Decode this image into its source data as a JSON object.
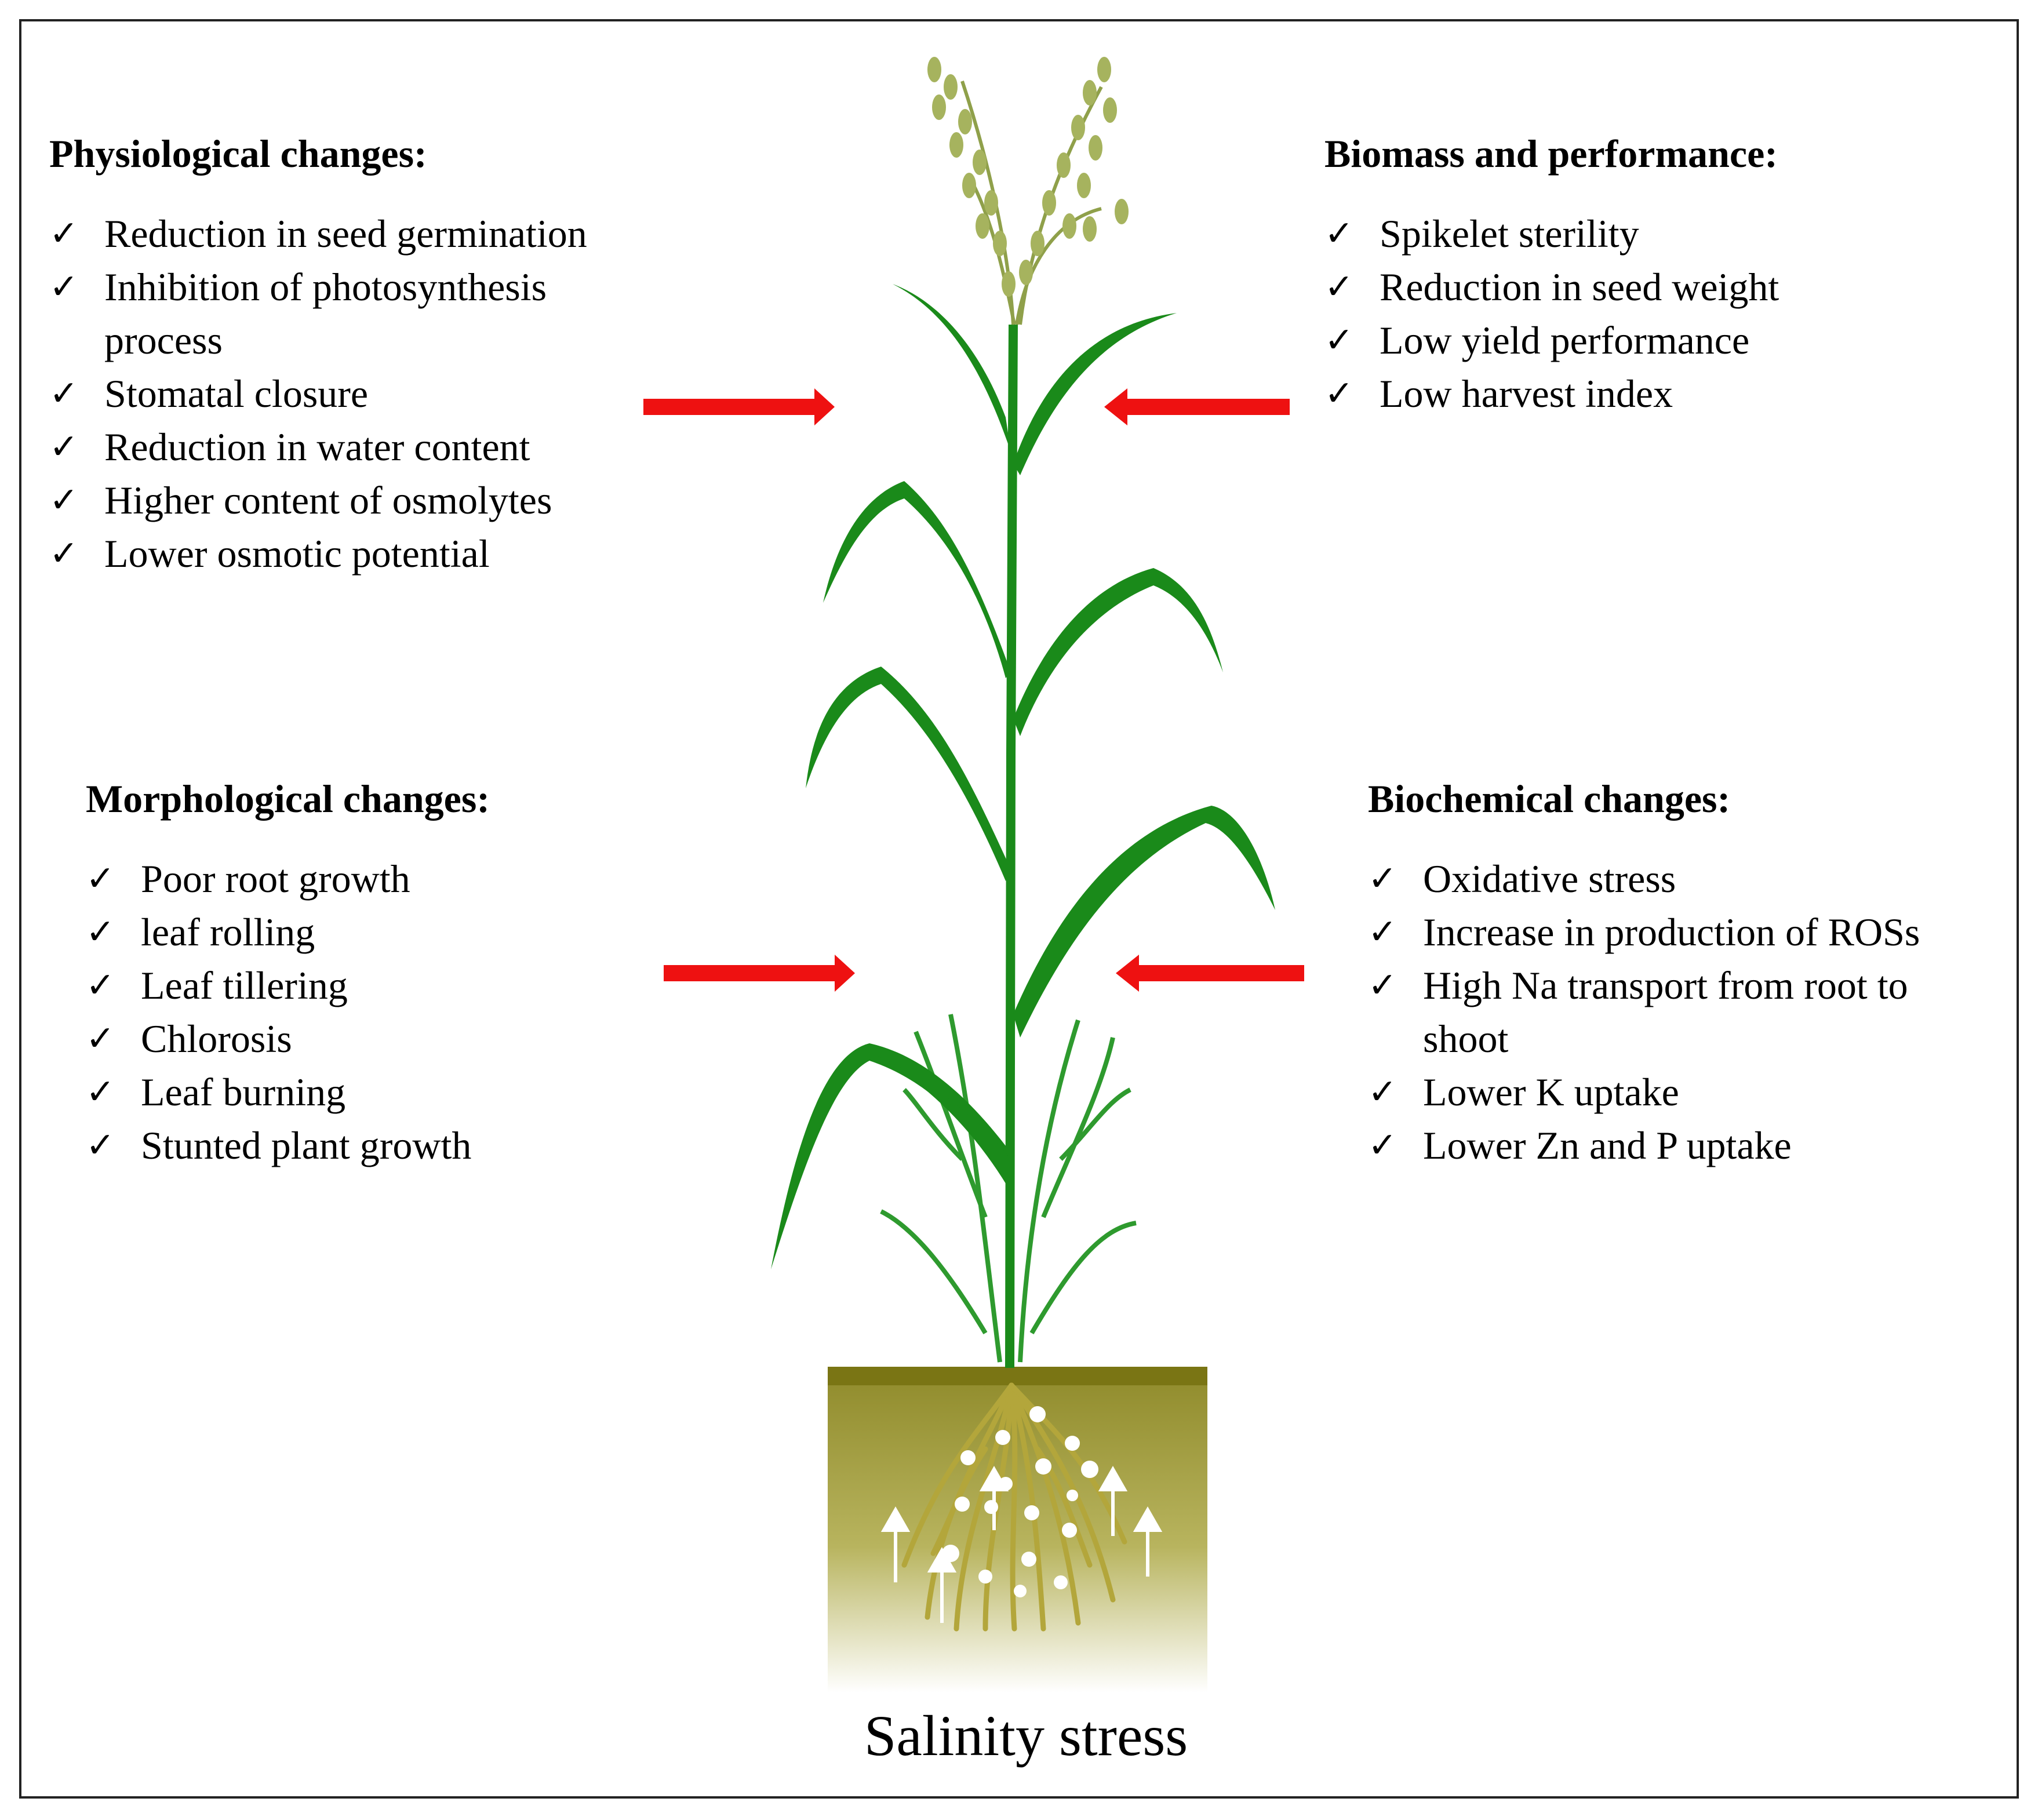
{
  "colors": {
    "arrow": "#ee1111",
    "leaf": "#1a8a1a",
    "grain": "#9aa85a",
    "soil_top": "#7a7514",
    "soil_mid": "#a8a448",
    "root": "#b4a83c"
  },
  "panels": {
    "physiological": {
      "title": "Physiological changes:",
      "items": [
        "Reduction in seed germination",
        "Inhibition of photosynthesis process",
        "Stomatal closure",
        "Reduction in water content",
        "Higher content of osmolytes",
        "Lower osmotic potential"
      ]
    },
    "biomass": {
      "title": "Biomass and performance:",
      "items": [
        "Spikelet sterility",
        "Reduction in seed weight",
        "Low yield performance",
        "Low harvest index"
      ]
    },
    "morphological": {
      "title": "Morphological changes:",
      "items": [
        "Poor root growth",
        "leaf rolling",
        "Leaf tillering",
        "Chlorosis",
        "Leaf burning",
        "Stunted plant growth"
      ]
    },
    "biochemical": {
      "title": "Biochemical changes:",
      "items": [
        "Oxidative stress",
        "Increase in production of ROSs",
        "High Na transport from root to shoot",
        "Lower K uptake",
        "Lower Zn and P uptake"
      ]
    }
  },
  "check_symbol": "✓",
  "caption": "Salinity stress"
}
